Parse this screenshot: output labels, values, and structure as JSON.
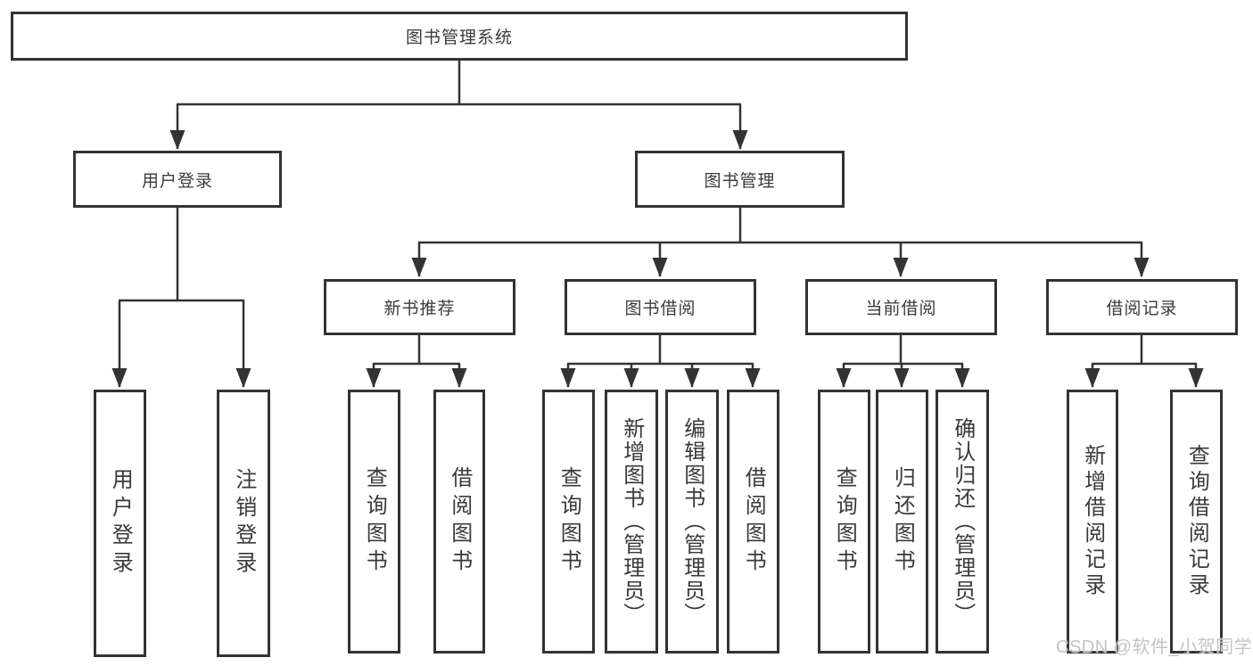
{
  "title": "图书管理系统",
  "tree": {
    "root": {
      "label": "图书管理系统"
    },
    "branches": [
      {
        "label": "用户登录",
        "children": [
          {
            "label": "用户登录"
          },
          {
            "label": "注销登录"
          }
        ]
      },
      {
        "label": "图书管理",
        "groups": [
          {
            "label": "新书推荐",
            "children": [
              {
                "label": "查询图书"
              },
              {
                "label": "借阅图书"
              }
            ]
          },
          {
            "label": "图书借阅",
            "children": [
              {
                "label": "查询图书"
              },
              {
                "label": "新增图书（管理员）"
              },
              {
                "label": "编辑图书（管理员）"
              },
              {
                "label": "借阅图书"
              }
            ]
          },
          {
            "label": "当前借阅",
            "children": [
              {
                "label": "查询图书"
              },
              {
                "label": "归还图书"
              },
              {
                "label": "确认归还（管理员）"
              }
            ]
          },
          {
            "label": "借阅记录",
            "children": [
              {
                "label": "新增借阅记录"
              },
              {
                "label": "查询借阅记录"
              }
            ]
          }
        ]
      }
    ]
  },
  "watermark": {
    "text": "CSDN @软件_小贺同学"
  },
  "colors": {
    "line": "#333333",
    "box_border": "#333333",
    "text": "#3a3a3a",
    "background": "#ffffff",
    "watermark": "#c4c4c4"
  }
}
